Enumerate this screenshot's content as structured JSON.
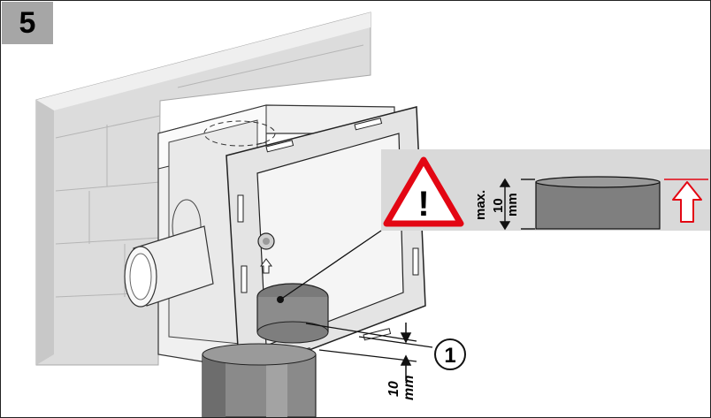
{
  "step": {
    "number": "5"
  },
  "callout": {
    "number": "1"
  },
  "warning": {
    "max_label": "max.",
    "value": "10",
    "unit": "mm",
    "symbol": "!"
  },
  "dimension": {
    "value": "10",
    "unit": "mm"
  },
  "colors": {
    "wall": "#dcdcdc",
    "wall_edge": "#bdbdbd",
    "box": "#f2f2f2",
    "frame": "#e6e6e6",
    "pipe": "#7f7f7f",
    "warning_panel": "#d9d9d9",
    "warning_red": "#e30613"
  },
  "icons": [
    "warning-triangle-icon",
    "arrow-up-outline-icon",
    "callout-circle-icon"
  ]
}
